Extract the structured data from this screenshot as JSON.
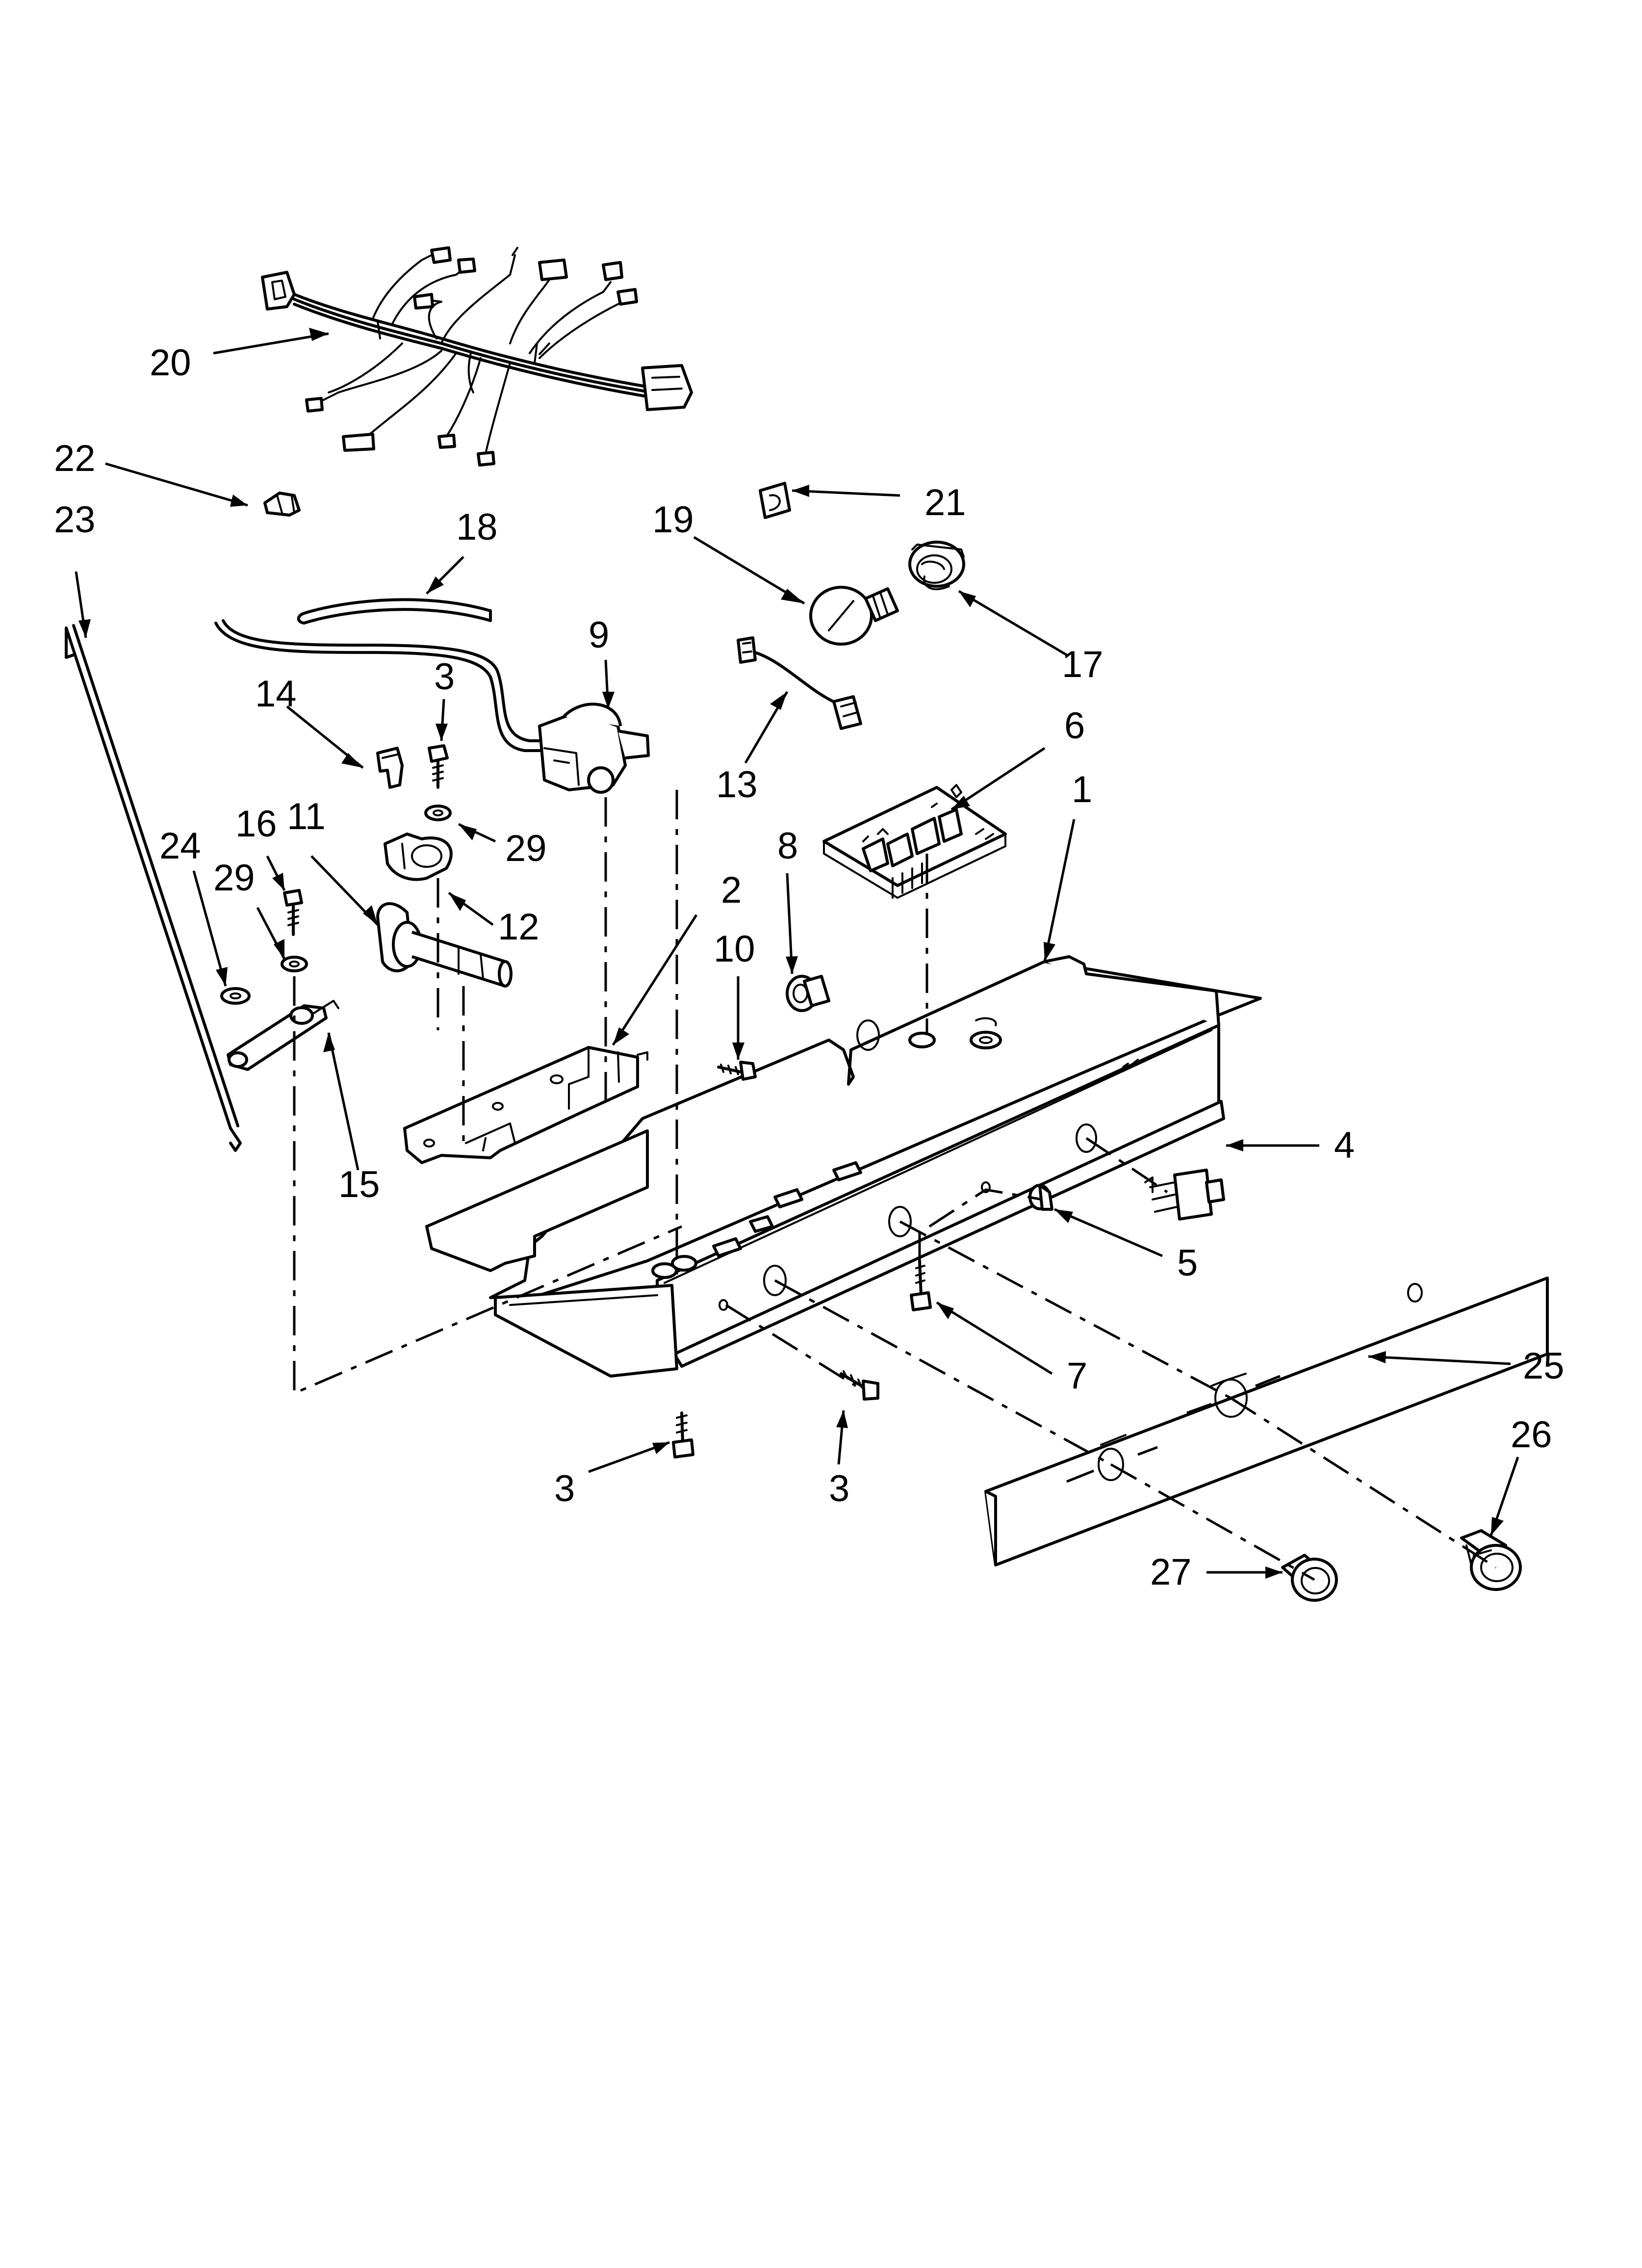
{
  "callouts": [
    {
      "id": "c20",
      "label": "20"
    },
    {
      "id": "c22",
      "label": "22"
    },
    {
      "id": "c23",
      "label": "23"
    },
    {
      "id": "c18",
      "label": "18"
    },
    {
      "id": "c21",
      "label": "21"
    },
    {
      "id": "c19",
      "label": "19"
    },
    {
      "id": "c17",
      "label": "17"
    },
    {
      "id": "c9",
      "label": "9"
    },
    {
      "id": "c3a",
      "label": "3"
    },
    {
      "id": "c14",
      "label": "14"
    },
    {
      "id": "c13",
      "label": "13"
    },
    {
      "id": "c6",
      "label": "6"
    },
    {
      "id": "c1",
      "label": "1"
    },
    {
      "id": "c29a",
      "label": "29"
    },
    {
      "id": "c16",
      "label": "16"
    },
    {
      "id": "c11",
      "label": "11"
    },
    {
      "id": "c24",
      "label": "24"
    },
    {
      "id": "c29b",
      "label": "29"
    },
    {
      "id": "c12",
      "label": "12"
    },
    {
      "id": "c8",
      "label": "8"
    },
    {
      "id": "c2",
      "label": "2"
    },
    {
      "id": "c10",
      "label": "10"
    },
    {
      "id": "c15",
      "label": "15"
    },
    {
      "id": "c4",
      "label": "4"
    },
    {
      "id": "c5",
      "label": "5"
    },
    {
      "id": "c7",
      "label": "7"
    },
    {
      "id": "c25",
      "label": "25"
    },
    {
      "id": "c26",
      "label": "26"
    },
    {
      "id": "c3b",
      "label": "3"
    },
    {
      "id": "c3c",
      "label": "3"
    },
    {
      "id": "c27",
      "label": "27"
    }
  ]
}
